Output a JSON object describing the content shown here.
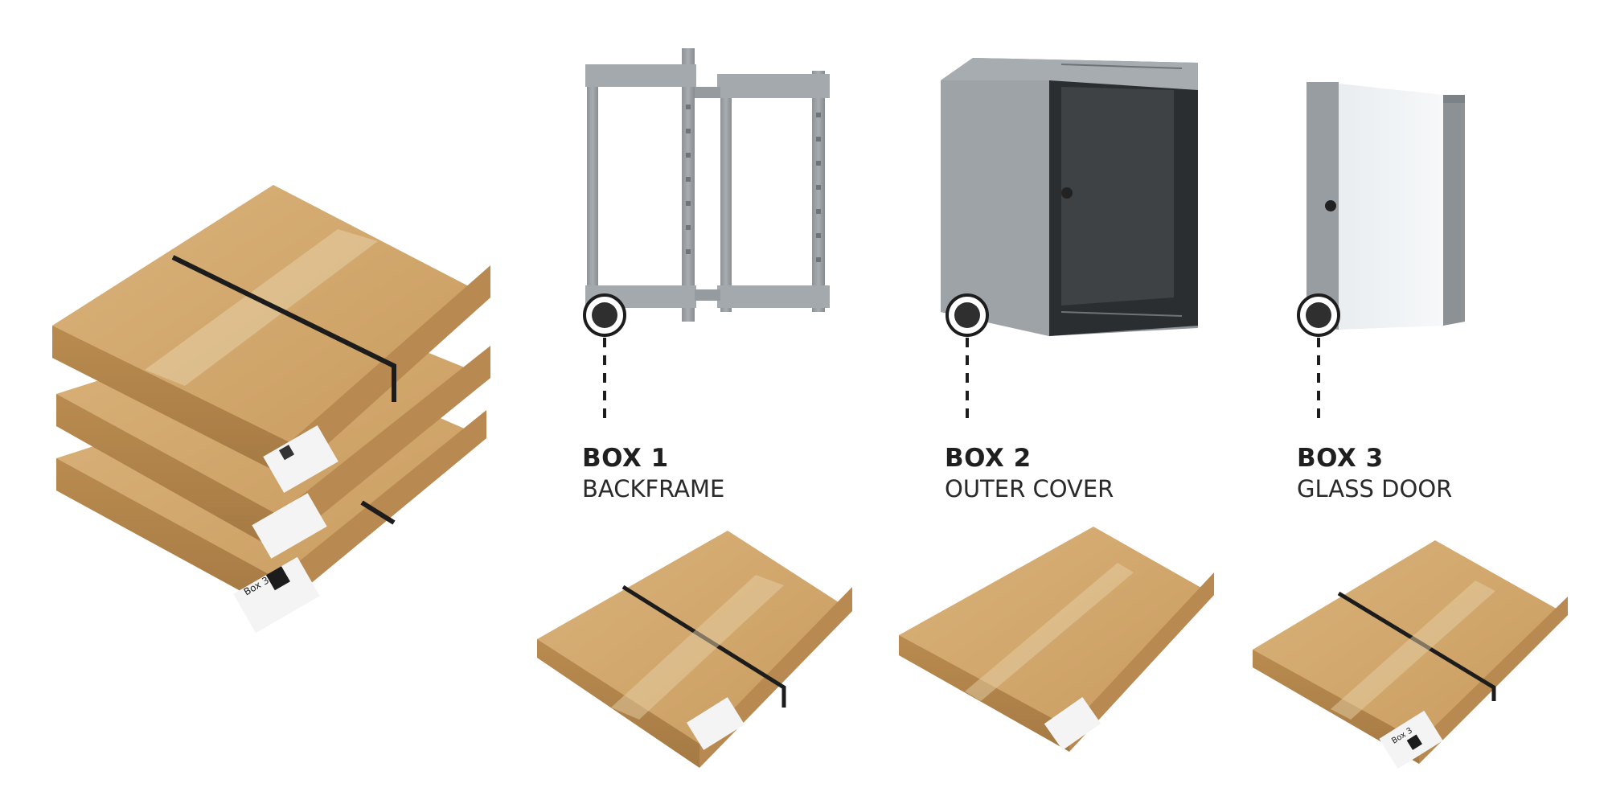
{
  "boxes": [
    {
      "title": "BOX 1",
      "subtitle": "BACKFRAME",
      "part": "backframe"
    },
    {
      "title": "BOX 2",
      "subtitle": "OUTER COVER",
      "part": "outer-cover"
    },
    {
      "title": "BOX 3",
      "subtitle": "GLASS DOOR",
      "part": "glass-door"
    }
  ],
  "package_labels": {
    "box3_stack": "Box 3",
    "box3_single": "Box 3"
  },
  "colors": {
    "cardboard": "#cfa56a",
    "cardboard_edge": "#b98a50",
    "strap": "#1c1c1c",
    "metal": "#9a9fa3",
    "marker": "#2f2f2f"
  }
}
